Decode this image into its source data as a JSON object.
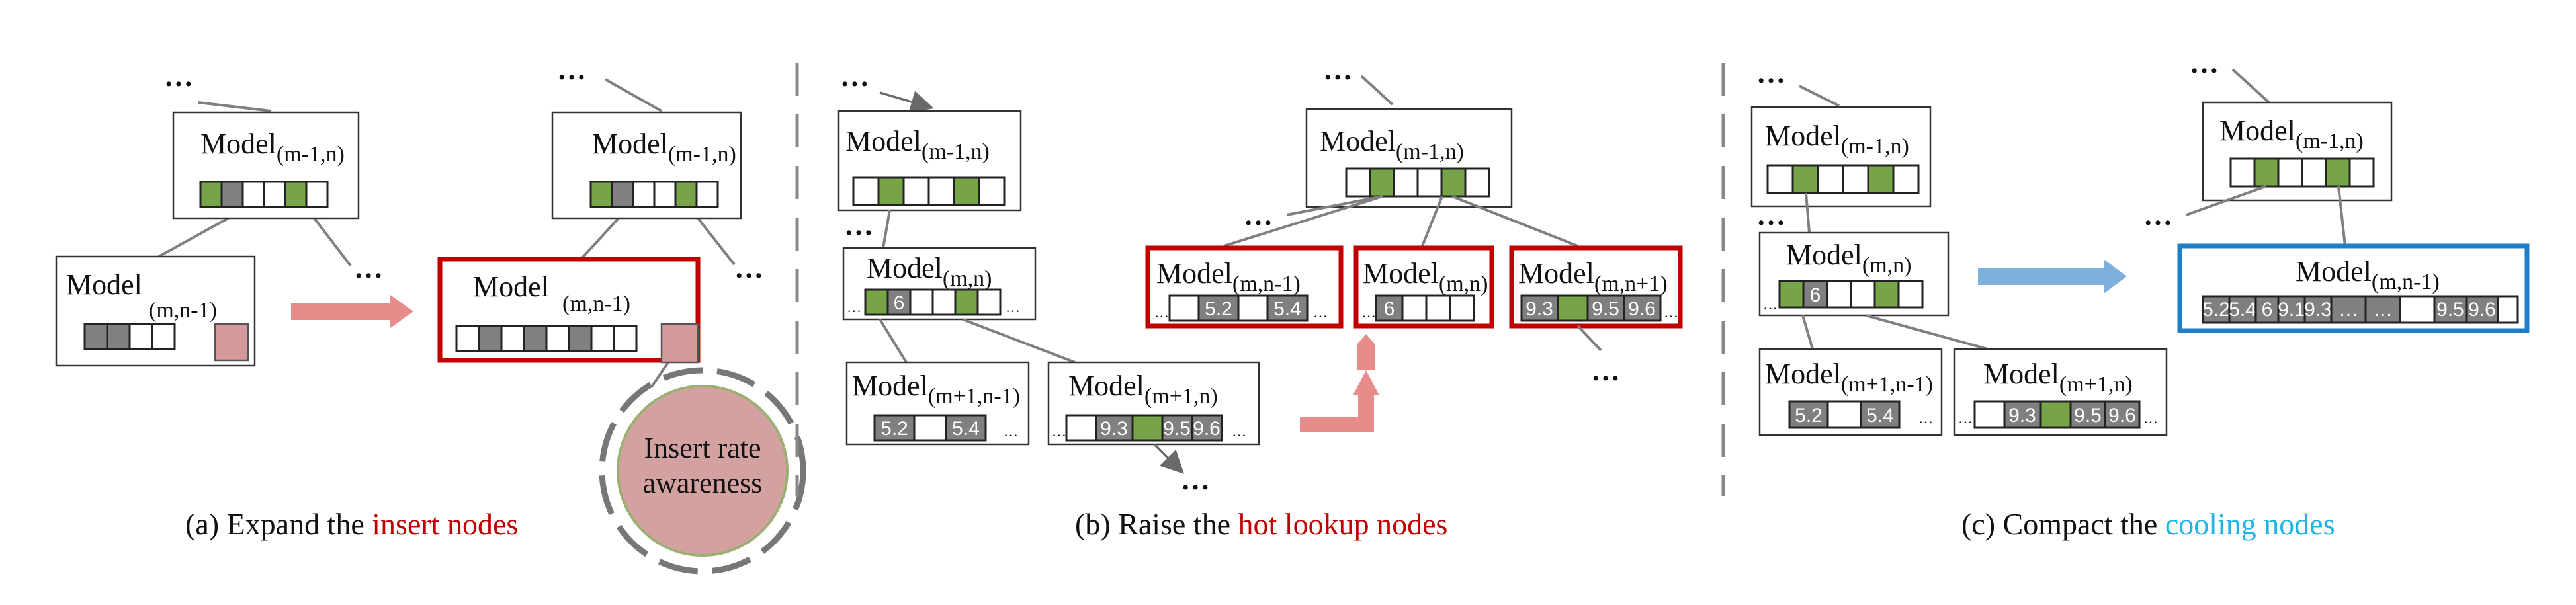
{
  "colors": {
    "green": "#76a446",
    "gray": "#808080",
    "red": "#c00000",
    "blue": "#1e7fc8",
    "pink": "#d4999a",
    "arrow_red": "#e06c6c",
    "arrow_blue": "#7fb0dc"
  },
  "panel_a": {
    "caption_prefix": "(a) Expand the ",
    "caption_highlight": "insert nodes",
    "ellipsis": "…",
    "model_label": "Model",
    "node_top_left_sub": "(m-1,n)",
    "node_left_sub": "(m,n-1)",
    "node_top_right_sub": "(m-1,n)",
    "node_new_sub": "(m,n-1)",
    "awareness_text_1": "Insert rate",
    "awareness_text_2": "awareness"
  },
  "panel_b": {
    "caption_prefix": "(b) Raise the ",
    "caption_highlight": "hot lookup nodes",
    "ellipsis": "…",
    "model_label": "Model",
    "sub_top": "(m-1,n)",
    "sub_mid": "(m,n)",
    "sub_bl": "(m+1,n-1)",
    "sub_br": "(m+1,n)",
    "sub_r_top": "(m-1,n)",
    "sub_r1": "(m,n-1)",
    "sub_r2": "(m,n)",
    "sub_r3": "(m,n+1)",
    "v6": "6",
    "v52": "5.2",
    "v54": "5.4",
    "v93": "9.3",
    "v95": "9.5",
    "v96": "9.6"
  },
  "panel_c": {
    "caption_prefix": "(c) Compact the ",
    "caption_highlight": "cooling nodes",
    "ellipsis": "…",
    "model_label": "Model",
    "sub_top": "(m-1,n)",
    "sub_mid": "(m,n)",
    "sub_bl": "(m+1,n-1)",
    "sub_br": "(m+1,n)",
    "sub_r_top": "(m-1,n)",
    "sub_merged": "(m,n-1)",
    "v6": "6",
    "v52": "5.2",
    "v54": "5.4",
    "v93": "9.3",
    "v95": "9.5",
    "v96": "9.6",
    "v91": "9.1",
    "merged_ellipsis": "…"
  }
}
